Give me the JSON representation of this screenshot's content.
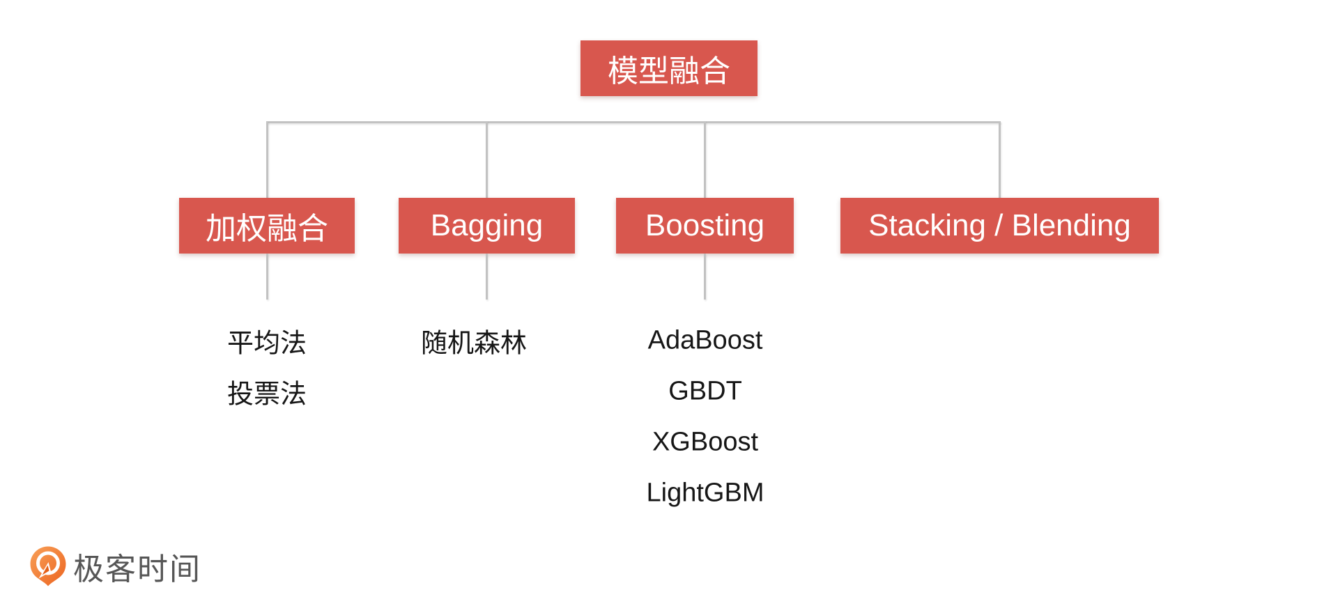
{
  "diagram": {
    "root": "模型融合",
    "branches": [
      {
        "label": "加权融合",
        "children": [
          "平均法",
          "投票法"
        ]
      },
      {
        "label": "Bagging",
        "children": [
          "随机森林"
        ]
      },
      {
        "label": "Boosting",
        "children": [
          "AdaBoost",
          "GBDT",
          "XGBoost",
          "LightGBM"
        ]
      },
      {
        "label": "Stacking / Blending",
        "children": []
      }
    ]
  },
  "footer": {
    "brand": "极客时间",
    "logo_icon": "geektime-pin-icon"
  },
  "colors": {
    "node_bg": "#d8574e",
    "node_text": "#ffffff",
    "connector": "#c2c2c2",
    "child_text": "#161616",
    "brand_text": "#565656",
    "brand_orange_light": "#f8a058",
    "brand_orange": "#ec6420",
    "brand_needle": "#e55f17"
  }
}
